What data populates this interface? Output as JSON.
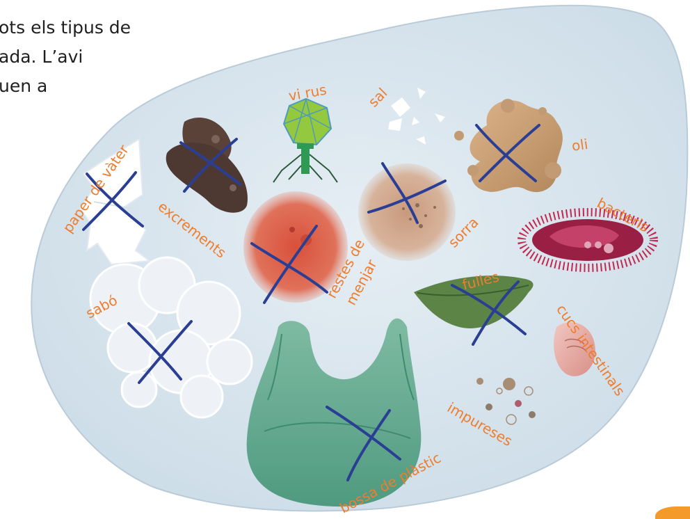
{
  "intro": {
    "line1": "ots els tipus de",
    "line2": "ada. L’avi",
    "line3": "uen a"
  },
  "labels": {
    "paper": "paper de vàter",
    "excrements": "excrements",
    "virus": "vi rus",
    "sal": "sal",
    "oli": "oli",
    "sorra": "sorra",
    "bacteris": "bacteris",
    "restes_1": "restes de",
    "restes_2": "menjar",
    "sabo": "sabó",
    "fulles": "fulles",
    "cucs": "cucs intestinals",
    "impureses": "impureses",
    "bossa": "bossa de plàstic"
  },
  "colors": {
    "label": "#ee7d2e",
    "cross": "#2a3e94",
    "blob_fill": "#d8e5ee",
    "blob_stroke": "#b9cbd8"
  }
}
